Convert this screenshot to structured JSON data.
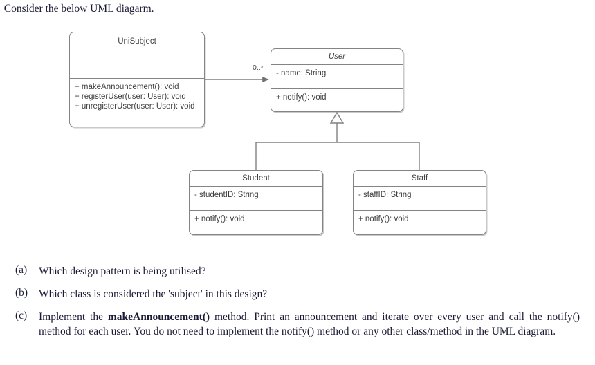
{
  "prompt": {
    "marker": ".",
    "text": "Consider the below UML diagarm."
  },
  "diagram": {
    "classes": {
      "unisubject": {
        "name": "UniSubject",
        "abstract": false,
        "attributes": [],
        "methods": [
          "+ makeAnnouncement(): void",
          "+ registerUser(user: User): void",
          "+ unregisterUser(user: User): void"
        ]
      },
      "user": {
        "name": "User",
        "abstract": true,
        "attributes": [
          "- name: String"
        ],
        "methods": [
          "+ notify(): void"
        ]
      },
      "student": {
        "name": "Student",
        "abstract": false,
        "attributes": [
          "- studentID: String"
        ],
        "methods": [
          "+ notify(): void"
        ]
      },
      "staff": {
        "name": "Staff",
        "abstract": false,
        "attributes": [
          "- staffID: String"
        ],
        "methods": [
          "+ notify(): void"
        ]
      }
    },
    "relations": {
      "association_multiplicity": "0..*"
    },
    "colors": {
      "box_border": "#848484",
      "text": "#3d3d3d",
      "line": "#808080",
      "background": "#ffffff"
    }
  },
  "questions": [
    {
      "label": "(a)",
      "text": "Which design pattern is being utilised?"
    },
    {
      "label": "(b)",
      "text": "Which class is considered the 'subject' in this design?"
    },
    {
      "label": "(c)",
      "text_before": "Implement the ",
      "text_bold": "makeAnnouncement()",
      "text_after": " method. Print an announcement and iterate over every user and call the notify() method for each user. You do not need to implement the notify() method or any other class/method in the UML diagram."
    }
  ]
}
